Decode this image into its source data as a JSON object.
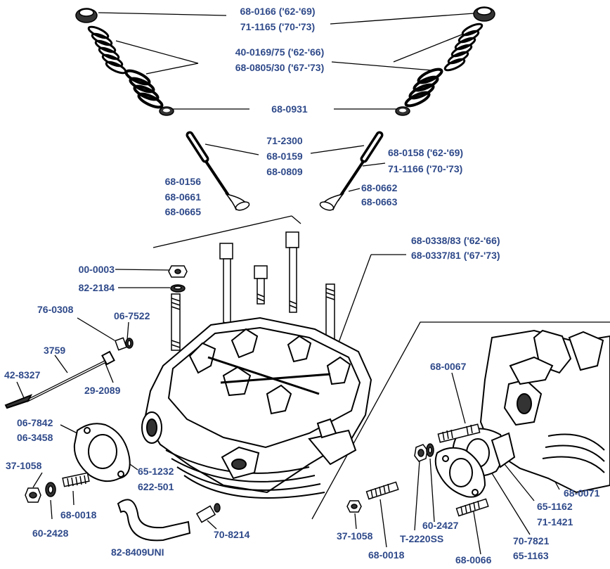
{
  "diagram": {
    "labels": {
      "valve_cap": "68-0166 ('62-'69)",
      "valve_cap_late": "71-1165 ('70-'73)",
      "spring_outer": "40-0169/75 ('62-'66)",
      "spring_inner": "68-0805/30 ('67-'73)",
      "spring_washer": "68-0931",
      "guide_a": "71-2300",
      "guide_b": "68-0159",
      "guide_c": "68-0809",
      "guide_right_a": "68-0158 ('62-'69)",
      "guide_right_b": "71-1166 ('70-'73)",
      "intake_valve_a": "68-0156",
      "intake_valve_b": "68-0661",
      "intake_valve_c": "68-0665",
      "exhaust_valve_a": "68-0662",
      "exhaust_valve_b": "68-0663",
      "head_a": "68-0338/83 ('62-'66)",
      "head_b": "68-0337/81 ('67-'73)",
      "nut": "00-0003",
      "washer": "82-2184",
      "banjo": "76-0308",
      "banjo_washer": "06-7522",
      "oil_pipe": "3759",
      "pipe_end": "42-8327",
      "union": "29-2089",
      "gasket_a": "06-7842",
      "gasket_b": "06-3458",
      "flange_a": "65-1232",
      "flange_b": "622-501",
      "nut_left": "37-1058",
      "washer_left": "60-2428",
      "stud_left": "68-0018",
      "hose": "82-8409UNI",
      "fitting": "70-8214",
      "stud_inset": "68-0067",
      "head_inset": "68-0071",
      "manifold_a": "65-1162",
      "manifold_b": "71-1421",
      "nut_inset": "37-1058",
      "stud_inset_b": "68-0018",
      "tool": "T-2220SS",
      "washer_inset": "60-2427",
      "stud_inset_c": "68-0066",
      "adapter_a": "70-7821",
      "adapter_b": "65-1163"
    }
  }
}
